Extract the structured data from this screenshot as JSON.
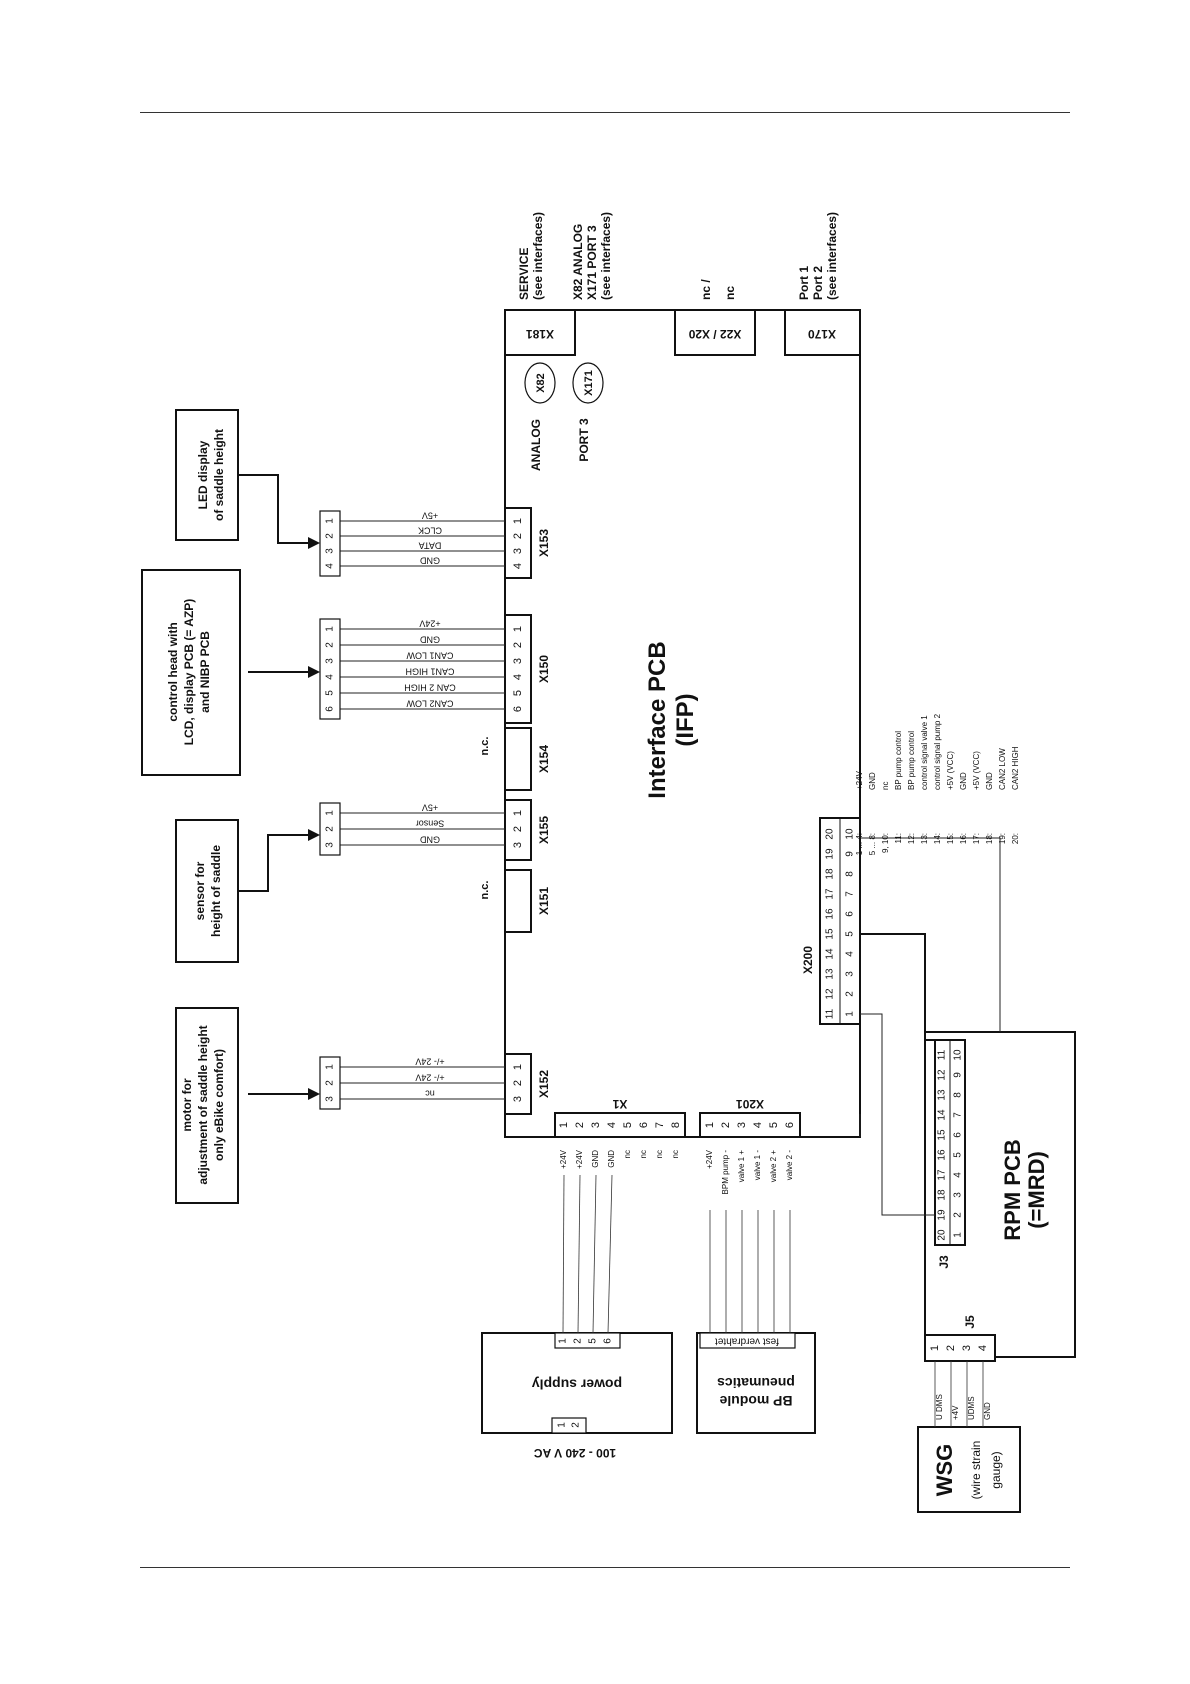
{
  "diagram": {
    "ifp": {
      "title_line1": "Interface PCB",
      "title_line2": "(IFP)"
    },
    "rpm": {
      "title_line1": "RPM PCB",
      "title_line2": "(=MRD)",
      "j3": "J3",
      "j5": "J5",
      "j3_pins_top": [
        "20",
        "19",
        "18",
        "17",
        "16",
        "15",
        "14",
        "13",
        "12",
        "11"
      ],
      "j3_pins_bottom": [
        "1",
        "2",
        "3",
        "4",
        "5",
        "6",
        "7",
        "8",
        "9",
        "10"
      ],
      "j5_pins": [
        "1",
        "2",
        "3",
        "4"
      ]
    },
    "x200": {
      "label": "X200",
      "pins_top": [
        "11",
        "12",
        "13",
        "14",
        "15",
        "16",
        "17",
        "18",
        "19",
        "20"
      ],
      "pins_bottom": [
        "1",
        "2",
        "3",
        "4",
        "5",
        "6",
        "7",
        "8",
        "9",
        "10"
      ]
    },
    "x181": {
      "label": "X181",
      "desc1": "SERVICE",
      "desc2": "(see interfaces)"
    },
    "x22": {
      "label": "X22 / X20",
      "desc1": "nc /",
      "desc2": "nc"
    },
    "x170": {
      "label": "X170",
      "desc1": "Port 1",
      "desc2": "Port 2",
      "desc3": "(see interfaces)"
    },
    "x82": {
      "label": "X82",
      "name": "ANALOG",
      "desc": "X82  ANALOG"
    },
    "x171": {
      "label": "X171",
      "name": "PORT 3",
      "desc1": "X171 PORT 3",
      "desc2": "(see interfaces)"
    },
    "x153": {
      "label": "X153",
      "pins": [
        "1",
        "2",
        "3",
        "4"
      ],
      "signals": [
        "+5V",
        "CLCK",
        "DATA",
        "GND"
      ]
    },
    "x150": {
      "label": "X150",
      "pins": [
        "1",
        "2",
        "3",
        "4",
        "5",
        "6"
      ],
      "signals": [
        "+24V",
        "GND",
        "CAN1 LOW",
        "CAN1 HIGH",
        "CAN 2 HIGH",
        "CAN2 LOW"
      ]
    },
    "x154": {
      "label": "X154",
      "nc": "n.c."
    },
    "x155": {
      "label": "X155",
      "pins": [
        "1",
        "2",
        "3"
      ],
      "signals": [
        "+5V",
        "Sensor",
        "GND"
      ]
    },
    "x151": {
      "label": "X151",
      "nc": "n.c."
    },
    "x152": {
      "label": "X152",
      "pins": [
        "1",
        "2",
        "3"
      ],
      "signals": [
        "+/- 24V",
        "+/- 24V",
        "nc"
      ]
    },
    "x1": {
      "label": "X1",
      "pins": [
        "1",
        "2",
        "3",
        "4",
        "5",
        "6",
        "7",
        "8"
      ],
      "signals": [
        "+24V",
        "+24V",
        "GND",
        "GND",
        "nc",
        "nc",
        "nc",
        "nc"
      ]
    },
    "x201": {
      "label": "X201",
      "pins": [
        "1",
        "2",
        "3",
        "4",
        "5",
        "6"
      ],
      "signals": [
        "+24V",
        "BPM pump -",
        "valve 1 +",
        "valve 1 -",
        "valve 2 +",
        "valve 2 -"
      ]
    },
    "ext_pins_4": [
      "1",
      "2",
      "3",
      "4"
    ],
    "ext_pins_6": [
      "1",
      "2",
      "3",
      "4",
      "5",
      "6"
    ],
    "ext_pins_3": [
      "1",
      "2",
      "3"
    ],
    "led": {
      "line1": "LED display",
      "line2": "of saddle height"
    },
    "control_head": {
      "line1": "control head with",
      "line2": "LCD, display PCB (= AZP)",
      "line3": "and NIBP PCB"
    },
    "sensor": {
      "line1": "sensor for",
      "line2": "height of saddle"
    },
    "motor": {
      "line1": "motor for",
      "line2": "adjustment of saddle height",
      "line3": "only eBike comfort)"
    },
    "power_supply": {
      "label": "power supply",
      "out_pins": [
        "1",
        "2",
        "5",
        "6"
      ],
      "in_pins": [
        "1",
        "2"
      ],
      "ac": "100 - 240 V AC"
    },
    "bp_module": {
      "line1": "BP module",
      "line2": "pneumatics",
      "note": "fest verdrahtet"
    },
    "wsg": {
      "title": "WSG",
      "line1": "(wire strain",
      "line2": "gauge)",
      "signals": [
        "U DMS",
        "+4V",
        "UDMS",
        "GND"
      ]
    },
    "pin_legend": [
      {
        "pin": "1 ... 4:",
        "sig": "+24V"
      },
      {
        "pin": "5 ... 8:",
        "sig": "GND"
      },
      {
        "pin": "9, 10:",
        "sig": "nc"
      },
      {
        "pin": "11:",
        "sig": "BP pump control"
      },
      {
        "pin": "12:",
        "sig": "BP pump control"
      },
      {
        "pin": "13:",
        "sig": "control signal valve 1"
      },
      {
        "pin": "14:",
        "sig": "control signal pump 2"
      },
      {
        "pin": "15:",
        "sig": "+5V (VCC)"
      },
      {
        "pin": "16:",
        "sig": "GND"
      },
      {
        "pin": "17:",
        "sig": "+5V (VCC)"
      },
      {
        "pin": "18:",
        "sig": "GND"
      },
      {
        "pin": "19:",
        "sig": "CAN2 LOW"
      },
      {
        "pin": "20:",
        "sig": "CAN2 HIGH"
      }
    ]
  }
}
